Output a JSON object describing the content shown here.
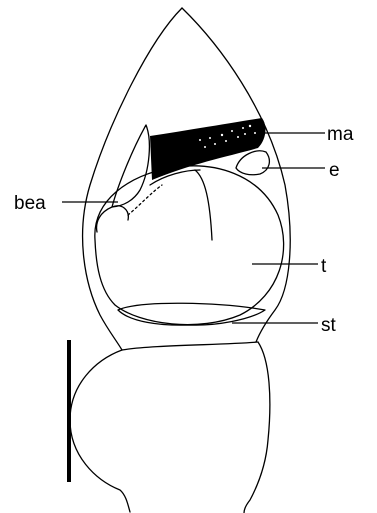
{
  "labels": {
    "ma": "ma",
    "e": "e",
    "bea": "bea",
    "t": "t",
    "st": "st"
  },
  "colors": {
    "ink": "#000000",
    "background": "#ffffff"
  }
}
